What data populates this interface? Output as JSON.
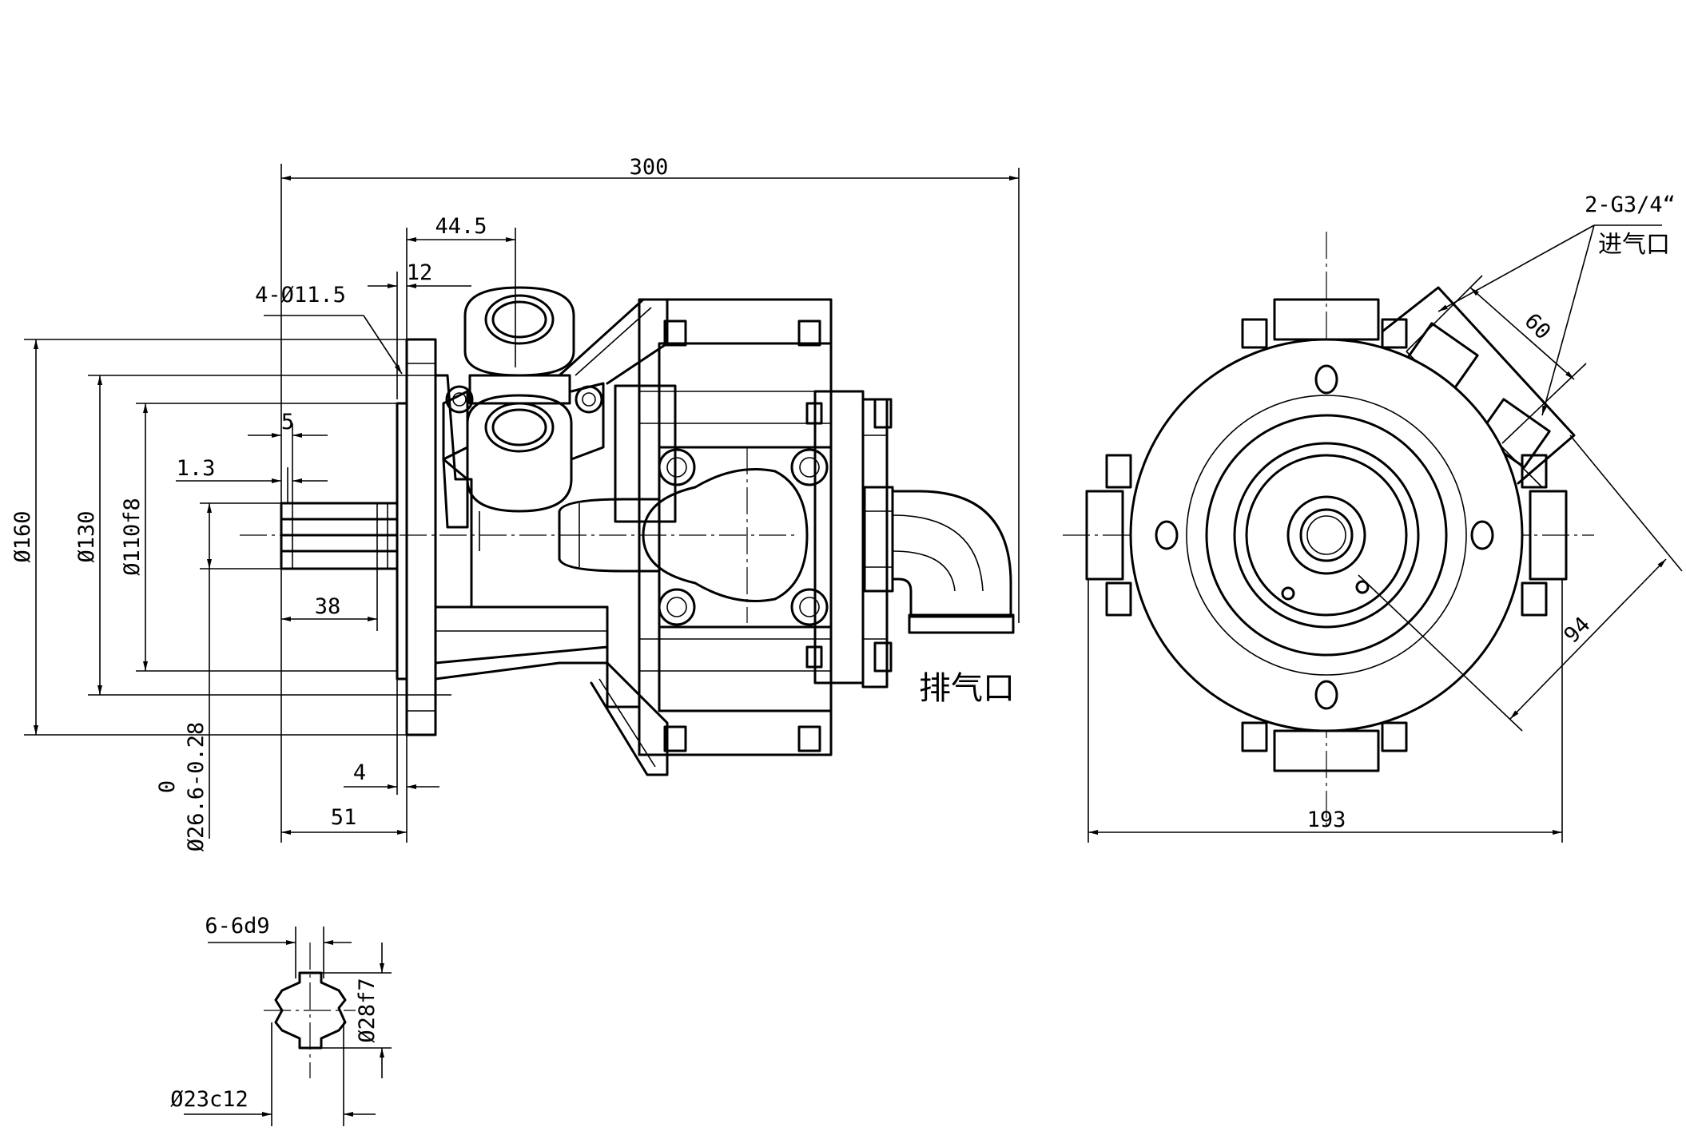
{
  "dimensions": {
    "overall_length": "300",
    "port_offset": "44.5",
    "flange_offset": "12",
    "bolt_holes": "4-Ø11.5",
    "shaft_step": "5",
    "shaft_gap": "1.3",
    "flange_dia": "Ø160",
    "bolt_circle": "Ø130",
    "pilot_dia": "Ø110f8",
    "spline_length": "38",
    "pilot_depth": "4",
    "shaft_extension": "51",
    "shaft_tolerance_zero": "0",
    "shaft_dia_tolerance": "Ø26.6-0.28",
    "inlet_port_spec": "2-G3/4“",
    "inlet_port_spacing": "60",
    "inlet_diag": "94",
    "overall_width": "193",
    "spline_spec": "6-6d9",
    "spline_major": "Ø28f7",
    "spline_minor": "Ø23c12"
  },
  "labels": {
    "exhaust_port": "排气口",
    "inlet_port": "进气口"
  }
}
